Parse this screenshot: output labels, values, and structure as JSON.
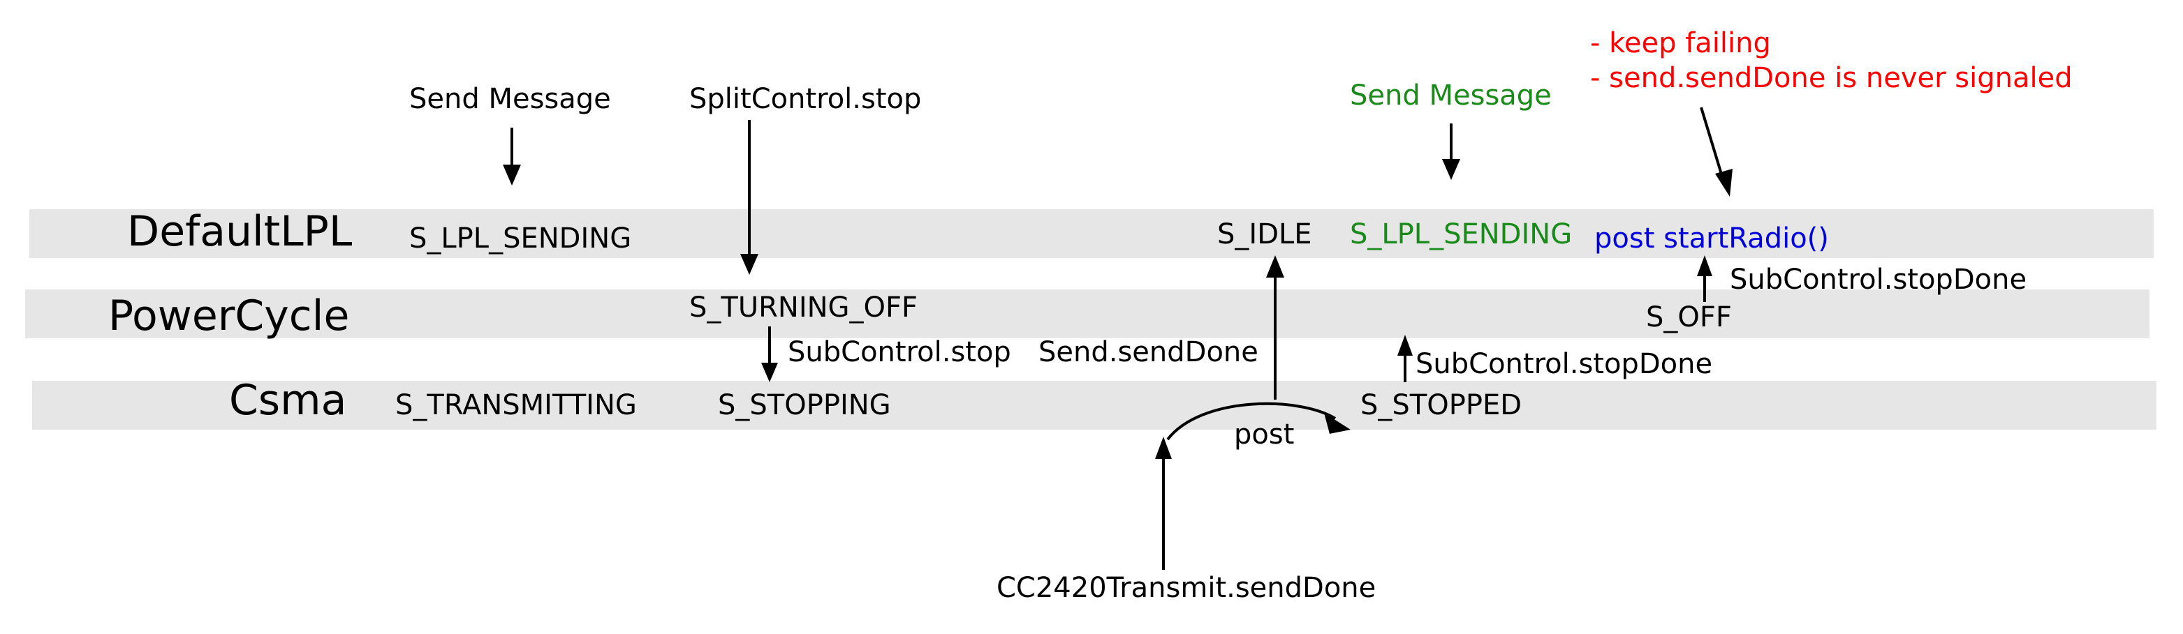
{
  "layers": {
    "default_lpl": "DefaultLPL",
    "power_cycle": "PowerCycle",
    "csma": "Csma"
  },
  "states": {
    "lpl_sending_1": "S_LPL_SENDING",
    "idle": "S_IDLE",
    "lpl_sending_2": "S_LPL_SENDING",
    "turning_off": "S_TURNING_OFF",
    "off": "S_OFF",
    "transmitting": "S_TRANSMITTING",
    "stopping": "S_STOPPING",
    "stopped": "S_STOPPED"
  },
  "events": {
    "send_message_1": "Send Message",
    "split_control_stop": "SplitControl.stop",
    "send_message_2": "Send Message",
    "post_start_radio": "post startRadio()",
    "subcontrol_stopdone_upper": "SubControl.stopDone",
    "subcontrol_stop": "SubControl.stop",
    "send_senddone": "Send.sendDone",
    "subcontrol_stopdone_lower": "SubControl.stopDone",
    "post": "post",
    "cc2420_senddone": "CC2420Transmit.sendDone"
  },
  "notes": {
    "line_1": "- keep failing",
    "line_2": "- send.sendDone is never signaled"
  },
  "colors": {
    "band": "#e6e6e6",
    "highlight_green": "#1a8a1a",
    "highlight_blue": "#0000dd",
    "note_red": "#ff0000"
  }
}
